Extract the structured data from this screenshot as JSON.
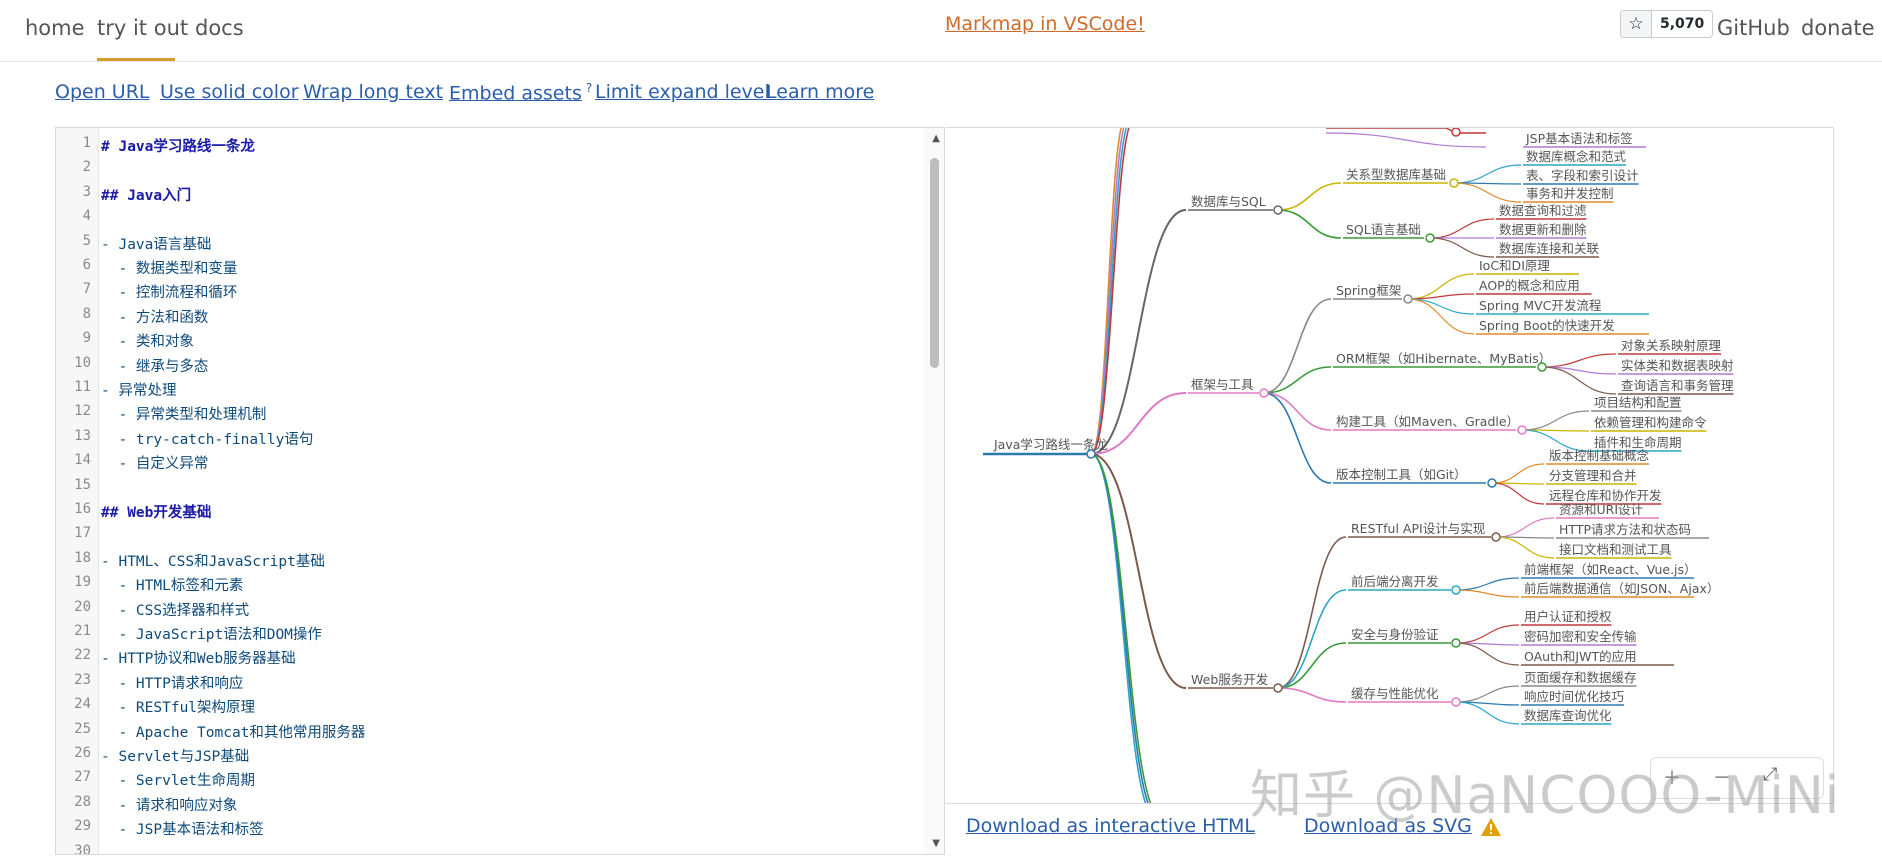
{
  "nav": {
    "home": "home",
    "try": "try it out",
    "docs": "docs",
    "promo": "Markmap in VSCode!",
    "star_count": "5,070",
    "github": "GitHub",
    "donate": "donate",
    "accent_color": "#d79b2a"
  },
  "toolbar": {
    "open_url": "Open URL",
    "solid_color": "Use solid color",
    "wrap_text": "Wrap long text",
    "embed_assets": "Embed assets",
    "embed_sup": "?",
    "limit_expand": "Limit expand level",
    "learn_more": "Learn more"
  },
  "editor": {
    "lines": [
      {
        "n": "1",
        "text": "# Java学习路线一条龙",
        "heading": true
      },
      {
        "n": "2",
        "text": ""
      },
      {
        "n": "3",
        "text": "## Java入门",
        "heading": true
      },
      {
        "n": "4",
        "text": ""
      },
      {
        "n": "5",
        "text": "- Java语言基础"
      },
      {
        "n": "6",
        "text": "  - 数据类型和变量"
      },
      {
        "n": "7",
        "text": "  - 控制流程和循环"
      },
      {
        "n": "8",
        "text": "  - 方法和函数"
      },
      {
        "n": "9",
        "text": "  - 类和对象"
      },
      {
        "n": "10",
        "text": "  - 继承与多态"
      },
      {
        "n": "11",
        "text": "- 异常处理"
      },
      {
        "n": "12",
        "text": "  - 异常类型和处理机制"
      },
      {
        "n": "13",
        "text": "  - try-catch-finally语句"
      },
      {
        "n": "14",
        "text": "  - 自定义异常"
      },
      {
        "n": "15",
        "text": ""
      },
      {
        "n": "16",
        "text": "## Web开发基础",
        "heading": true
      },
      {
        "n": "17",
        "text": ""
      },
      {
        "n": "18",
        "text": "- HTML、CSS和JavaScript基础"
      },
      {
        "n": "19",
        "text": "  - HTML标签和元素"
      },
      {
        "n": "20",
        "text": "  - CSS选择器和样式"
      },
      {
        "n": "21",
        "text": "  - JavaScript语法和DOM操作"
      },
      {
        "n": "22",
        "text": "- HTTP协议和Web服务器基础"
      },
      {
        "n": "23",
        "text": "  - HTTP请求和响应"
      },
      {
        "n": "24",
        "text": "  - RESTful架构原理"
      },
      {
        "n": "25",
        "text": "  - Apache Tomcat和其他常用服务器"
      },
      {
        "n": "26",
        "text": "- Servlet与JSP基础"
      },
      {
        "n": "27",
        "text": "  - Servlet生命周期"
      },
      {
        "n": "28",
        "text": "  - 请求和响应对象"
      },
      {
        "n": "29",
        "text": "  - JSP基本语法和标签"
      },
      {
        "n": "30",
        "text": ""
      }
    ]
  },
  "mindmap": {
    "root": {
      "label": "Java学习路线一条龙",
      "color": "#2a7ab0"
    },
    "top_partial": [
      {
        "label": "JSP基本语法和标签",
        "color": "#b07ad6"
      }
    ],
    "branches": [
      {
        "label": "数据库与SQL",
        "color": "#666666",
        "children": [
          {
            "label": "关系型数据库基础",
            "color": "#c9b400",
            "leaves": [
              {
                "label": "数据库概念和范式",
                "color": "#2aa6c9"
              },
              {
                "label": "表、字段和索引设计",
                "color": "#2a7ab0"
              },
              {
                "label": "事务和并发控制",
                "color": "#e08a2a"
              }
            ]
          },
          {
            "label": "SQL语言基础",
            "color": "#3a9a3a",
            "leaves": [
              {
                "label": "数据查询和过滤",
                "color": "#c23a3a"
              },
              {
                "label": "数据更新和删除",
                "color": "#b07ad6"
              },
              {
                "label": "数据库连接和关联",
                "color": "#7a5a4a"
              }
            ]
          }
        ]
      },
      {
        "label": "框架与工具",
        "color": "#e07ac4",
        "children": [
          {
            "label": "Spring框架",
            "color": "#888888",
            "leaves": [
              {
                "label": "IoC和DI原理",
                "color": "#c9b400"
              },
              {
                "label": "AOP的概念和应用",
                "color": "#c23a3a"
              },
              {
                "label": "Spring MVC开发流程",
                "color": "#2aa6c9"
              },
              {
                "label": "Spring Boot的快速开发",
                "color": "#e08a2a"
              }
            ]
          },
          {
            "label": "ORM框架（如Hibernate、MyBatis）",
            "color": "#3a9a3a",
            "leaves": [
              {
                "label": "对象关系映射原理",
                "color": "#c23a3a"
              },
              {
                "label": "实体类和数据表映射",
                "color": "#b07ad6"
              },
              {
                "label": "查询语言和事务管理",
                "color": "#7a5a4a"
              }
            ]
          },
          {
            "label": "构建工具（如Maven、Gradle）",
            "color": "#e07ac4",
            "leaves": [
              {
                "label": "项目结构和配置",
                "color": "#888888"
              },
              {
                "label": "依赖管理和构建命令",
                "color": "#c9b400"
              },
              {
                "label": "插件和生命周期",
                "color": "#2aa6c9"
              }
            ]
          },
          {
            "label": "版本控制工具（如Git）",
            "color": "#2a7ab0",
            "leaves": [
              {
                "label": "版本控制基础概念",
                "color": "#e08a2a"
              },
              {
                "label": "分支管理和合并",
                "color": "#c9b400"
              },
              {
                "label": "远程仓库和协作开发",
                "color": "#c23a3a"
              }
            ]
          }
        ]
      },
      {
        "label": "Web服务开发",
        "color": "#7a5a4a",
        "children": [
          {
            "label": "RESTful API设计与实现",
            "color": "#7a5a4a",
            "leaves": [
              {
                "label": "资源和URI设计",
                "color": "#e07ac4"
              },
              {
                "label": "HTTP请求方法和状态码",
                "color": "#888888"
              },
              {
                "label": "接口文档和测试工具",
                "color": "#c9b400"
              }
            ]
          },
          {
            "label": "前后端分离开发",
            "color": "#2aa6c9",
            "leaves": [
              {
                "label": "前端框架（如React、Vue.js）",
                "color": "#2a7ab0"
              },
              {
                "label": "前后端数据通信（如JSON、Ajax）",
                "color": "#e08a2a"
              }
            ]
          },
          {
            "label": "安全与身份验证",
            "color": "#3a9a3a",
            "leaves": [
              {
                "label": "用户认证和授权",
                "color": "#c23a3a"
              },
              {
                "label": "密码加密和安全传输",
                "color": "#b07ad6"
              },
              {
                "label": "OAuth和JWT的应用",
                "color": "#7a5a4a"
              }
            ]
          },
          {
            "label": "缓存与性能优化",
            "color": "#e07ac4",
            "leaves": [
              {
                "label": "页面缓存和数据缓存",
                "color": "#888888"
              },
              {
                "label": "响应时间优化技巧",
                "color": "#2a7ab0"
              },
              {
                "label": "数据库查询优化",
                "color": "#2aa6c9"
              }
            ]
          }
        ]
      }
    ]
  },
  "download": {
    "html": "Download as interactive HTML",
    "svg": "Download as SVG"
  },
  "watermark": "知乎 @NaNCOOO-MiNi"
}
